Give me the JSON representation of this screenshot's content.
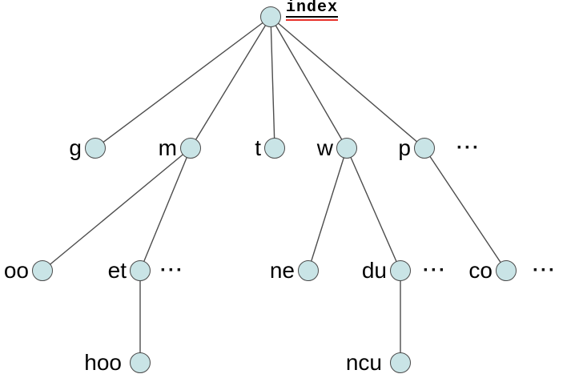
{
  "diagram": {
    "type": "tree",
    "root_label": "index",
    "nodes": {
      "g": {
        "label": "g"
      },
      "m": {
        "label": "m"
      },
      "t": {
        "label": "t"
      },
      "w": {
        "label": "w"
      },
      "p": {
        "label": "p"
      },
      "oo": {
        "label": "oo"
      },
      "et": {
        "label": "et"
      },
      "ne": {
        "label": "ne"
      },
      "du": {
        "label": "du"
      },
      "co": {
        "label": "co"
      },
      "hoo": {
        "label": "hoo"
      },
      "ncu": {
        "label": "ncu"
      }
    },
    "ellipsis": "···",
    "edges": [
      [
        "index",
        "g"
      ],
      [
        "index",
        "m"
      ],
      [
        "index",
        "t"
      ],
      [
        "index",
        "w"
      ],
      [
        "index",
        "p"
      ],
      [
        "m",
        "oo"
      ],
      [
        "m",
        "et"
      ],
      [
        "w",
        "ne"
      ],
      [
        "w",
        "du"
      ],
      [
        "p",
        "co"
      ],
      [
        "et",
        "hoo"
      ],
      [
        "du",
        "ncu"
      ]
    ],
    "colors": {
      "node_fill": "#c9e4e6",
      "node_border": "#4a4a4a",
      "edge": "#4d4d4d",
      "label": "#000000",
      "title_underline": "#e8312a",
      "background": "#ffffff"
    }
  }
}
